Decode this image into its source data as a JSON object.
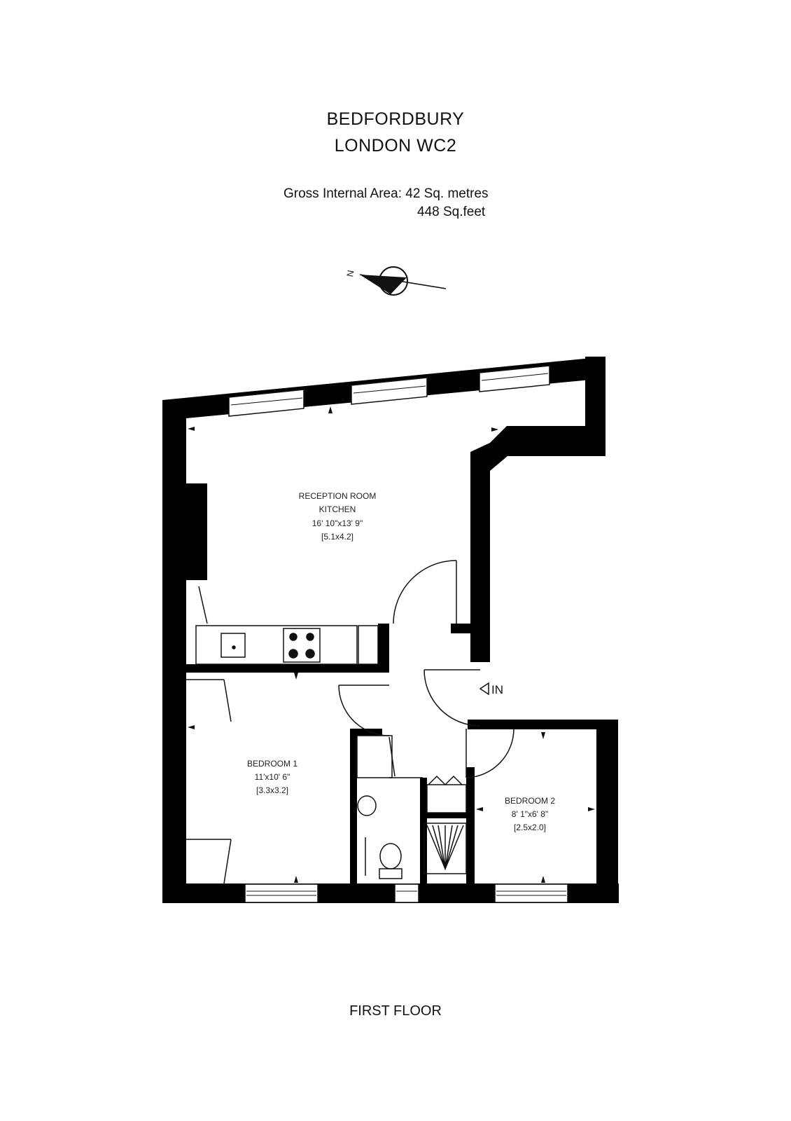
{
  "header": {
    "title_line1": "BEDFORDBURY",
    "title_line2": "LONDON WC2",
    "gia_line1": "Gross Internal Area: 42 Sq. metres",
    "gia_line2": "448 Sq.feet"
  },
  "compass": {
    "north_label": "N"
  },
  "rooms": {
    "reception": {
      "name1": "RECEPTION ROOM",
      "name2": "KITCHEN",
      "imperial": "16' 10\"x13' 9\"",
      "metric": "[5.1x4.2]"
    },
    "bedroom1": {
      "name": "BEDROOM 1",
      "imperial": "11'x10' 6\"",
      "metric": "[3.3x3.2]"
    },
    "bedroom2": {
      "name": "BEDROOM 2",
      "imperial": "8' 1\"x6' 8\"",
      "metric": "[2.5x2.0]"
    }
  },
  "entrance": {
    "label": "IN"
  },
  "footer": {
    "floor_label": "FIRST FLOOR"
  },
  "colors": {
    "wall": "#000000",
    "background": "#ffffff"
  }
}
